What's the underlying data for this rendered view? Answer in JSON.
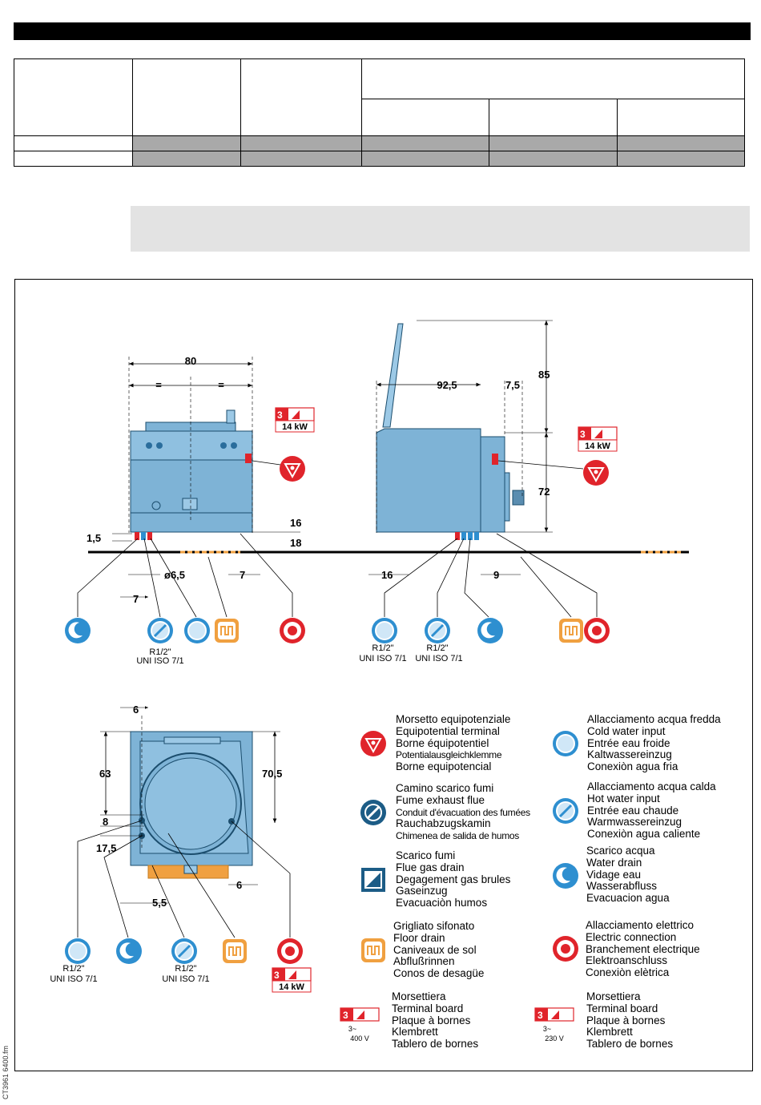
{
  "file_ref": "CT3961 6400.fm",
  "front_view": {
    "width": "80",
    "half_left": "=",
    "half_right": "=",
    "dim_h1": "1,5",
    "dim_16": "16",
    "dim_18": "18",
    "dim_d65": "ø6,5",
    "dim_7a": "7",
    "dim_7b": "7",
    "kw": "14 kW",
    "badge_num": "3",
    "pipe_label": "R1/2\"",
    "pipe_std": "UNI ISO 7/1"
  },
  "side_view": {
    "depth": "92,5",
    "dim_75": "7,5",
    "lid": "85",
    "height": "72",
    "dim_16": "16",
    "dim_9": "9",
    "kw": "14 kW",
    "badge_num": "3",
    "pipe1_label": "R1/2\"",
    "pipe1_std": "UNI ISO 7/1",
    "pipe2_label": "R1/2\"",
    "pipe2_std": "UNI ISO 7/1"
  },
  "top_view": {
    "dim_6a": "6",
    "dim_63": "63",
    "dim_705": "70,5",
    "dim_8": "8",
    "dim_175": "17,5",
    "dim_55": "5,5",
    "dim_6b": "6",
    "kw": "14 kW",
    "badge_num": "3",
    "pipe1_label": "R1/2\"",
    "pipe1_std": "UNI ISO 7/1",
    "pipe2_label": "R1/2\"",
    "pipe2_std": "UNI ISO 7/1"
  },
  "legend": {
    "equipotential": [
      "Morsetto equipotenziale",
      "Equipotential terminal",
      "Borne équipotentiel",
      "Potentialausgleichklemme",
      "Borne equipotencial"
    ],
    "cold_water": [
      "Allacciamento acqua fredda",
      "Cold water input",
      "Entrée eau froide",
      "Kaltwassereinzug",
      "Conexiòn agua fria"
    ],
    "fume_flue": [
      "Camino scarico fumi",
      "Fume exhaust flue",
      "Conduit d'évacuation des fumées",
      "Rauchabzugskamin",
      "Chimenea de salida de humos"
    ],
    "hot_water": [
      "Allacciamento acqua calda",
      "Hot water input",
      "Entrée eau chaude",
      "Warmwassereinzug",
      "Conexiòn agua caliente"
    ],
    "flue_drain": [
      "Scarico fumi",
      "Flue gas drain",
      "Degagement gas brules",
      "Gaseinzug",
      "Evacuaciòn humos"
    ],
    "water_drain": [
      "Scarico acqua",
      "Water drain",
      "Vidage eau",
      "Wasserabfluss",
      "Evacuacion agua"
    ],
    "floor_drain": [
      "Grigliato sifonato",
      "Floor drain",
      "Caniveaux de sol",
      "Abflußrinnen",
      "Conos de desagüe"
    ],
    "electric": [
      "Allacciamento elettrico",
      "Electric connection",
      "Branchement electrique",
      "Elektroanschluss",
      "Conexiòn elètrica"
    ],
    "terminal_400": [
      "Morsettiera",
      "Terminal board",
      "Plaque à bornes",
      "Klembrett",
      "Tablero de bornes"
    ],
    "terminal_230": [
      "Morsettiera",
      "Terminal board",
      "Plaque à bornes",
      "Klembrett",
      "Tablero de bornes"
    ],
    "badge_400": {
      "num": "3",
      "phase": "3~",
      "volt": "400 V"
    },
    "badge_230": {
      "num": "3",
      "phase": "3~",
      "volt": "230 V"
    }
  },
  "colors": {
    "steel": "#7eb3d6",
    "red": "#e0242b",
    "blue": "#2e8fd0",
    "orange": "#f0a040",
    "grey": "#a9a9a9"
  }
}
